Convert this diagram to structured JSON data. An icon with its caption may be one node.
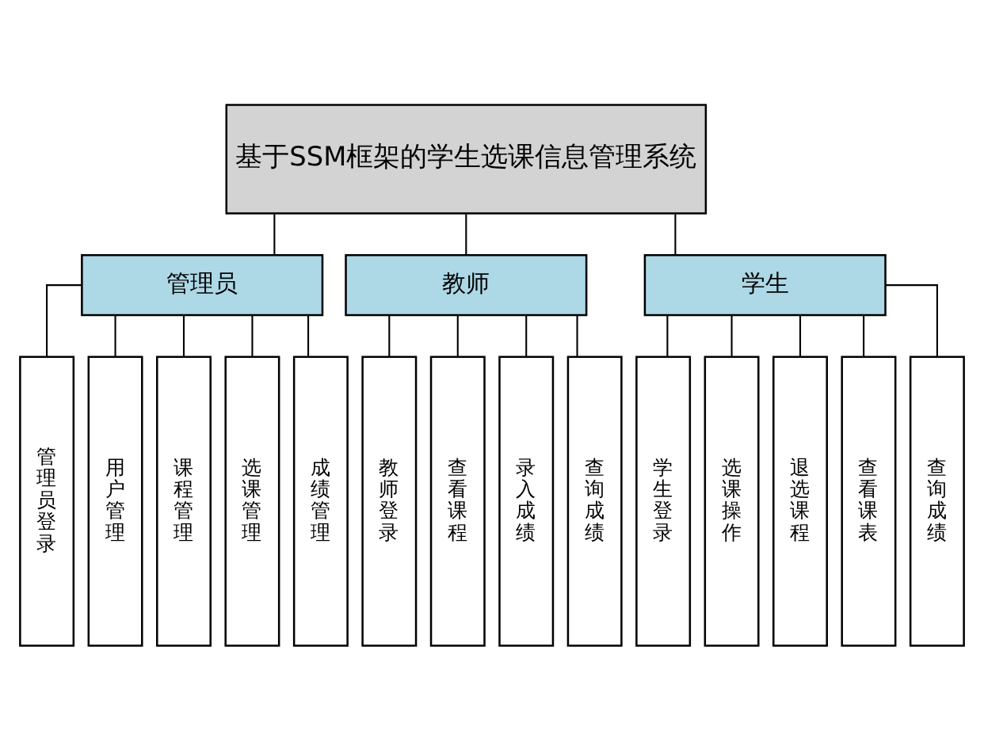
{
  "diagram": {
    "nodes": [
      {
        "text": [
          "基于SSM框架的学生选课信息管理系统"
        ]
      },
      {
        "text": [
          "管理员"
        ]
      },
      {
        "text": [
          "教师"
        ]
      },
      {
        "text": [
          "学生"
        ]
      },
      {
        "text": [
          "管理员登录"
        ]
      },
      {
        "text": [
          "用户管理"
        ]
      },
      {
        "text": [
          "课程管理"
        ]
      },
      {
        "text": [
          "选课管理"
        ]
      },
      {
        "text": [
          "成绩管理"
        ]
      },
      {
        "text": [
          "教师登录"
        ]
      },
      {
        "text": [
          "查看课程"
        ]
      },
      {
        "text": [
          "录入成绩"
        ]
      },
      {
        "text": [
          "查询成绩"
        ]
      },
      {
        "text": [
          "学生登录"
        ]
      },
      {
        "text": [
          "选课操作"
        ]
      },
      {
        "text": [
          "退选课程"
        ]
      },
      {
        "text": [
          "查看课表"
        ]
      },
      {
        "text": [
          "查询成绩"
        ]
      }
    ],
    "edges": [
      {
        "from": 0,
        "to": 1,
        "arrow": "none"
      },
      {
        "from": 0,
        "to": 2,
        "arrow": "none"
      },
      {
        "from": 0,
        "to": 3,
        "arrow": "none"
      },
      {
        "from": 1,
        "to": 4,
        "arrow": "none"
      },
      {
        "from": 1,
        "to": 5,
        "arrow": "none"
      },
      {
        "from": 1,
        "to": 6,
        "arrow": "none"
      },
      {
        "from": 1,
        "to": 7,
        "arrow": "none"
      },
      {
        "from": 1,
        "to": 8,
        "arrow": "none"
      },
      {
        "from": 2,
        "to": 9,
        "arrow": "none"
      },
      {
        "from": 2,
        "to": 10,
        "arrow": "none"
      },
      {
        "from": 2,
        "to": 11,
        "arrow": "none"
      },
      {
        "from": 2,
        "to": 12,
        "arrow": "none"
      },
      {
        "from": 3,
        "to": 13,
        "arrow": "none"
      },
      {
        "from": 3,
        "to": 14,
        "arrow": "none"
      },
      {
        "from": 3,
        "to": 15,
        "arrow": "none"
      },
      {
        "from": 3,
        "to": 16,
        "arrow": "none"
      },
      {
        "from": 3,
        "to": 17,
        "arrow": "none"
      }
    ]
  }
}
